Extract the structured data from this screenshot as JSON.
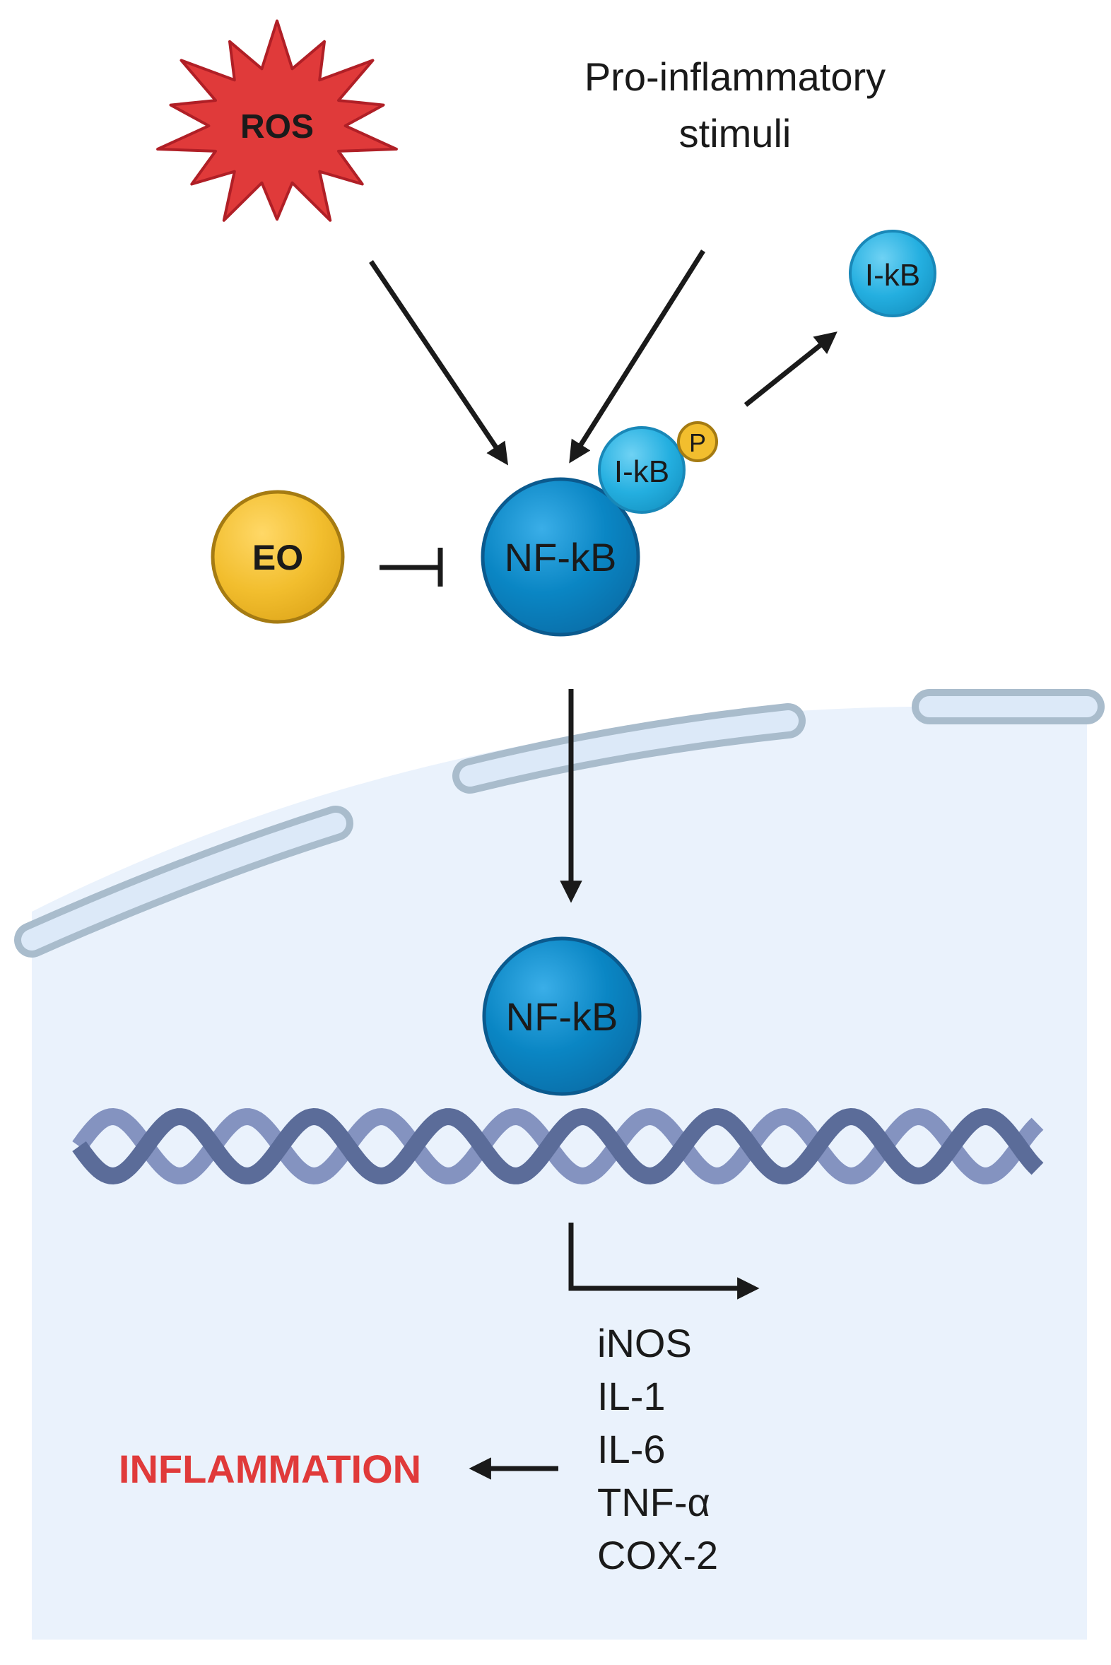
{
  "labels": {
    "ros": "ROS",
    "stimuli_line1": "Pro-inflammatory",
    "stimuli_line2": "stimuli",
    "ikb_free": "I-kB",
    "ikb_bound": "I-kB",
    "phospho": "P",
    "eo": "EO",
    "nfkb_cytoplasm": "NF-kB",
    "nfkb_nucleus": "NF-kB",
    "inflammation": "INFLAMMATION"
  },
  "genes": [
    "iNOS",
    "IL-1",
    "IL-6",
    "TNF-α",
    "COX-2"
  ],
  "colors": {
    "ros": "#e03a3a",
    "nfkb": "#0a86c4",
    "ikb": "#24afe0",
    "eo": "#f2be2e",
    "phospho": "#f2be2e",
    "nucleus": "#eaf2fc",
    "membrane_fill": "#dce9f8",
    "membrane_stroke": "#a9bccc",
    "dna_front": "#5b6c99",
    "dna_back": "#8493c0",
    "arrow": "#1a1a1a",
    "inflammation": "#e03a3a"
  }
}
